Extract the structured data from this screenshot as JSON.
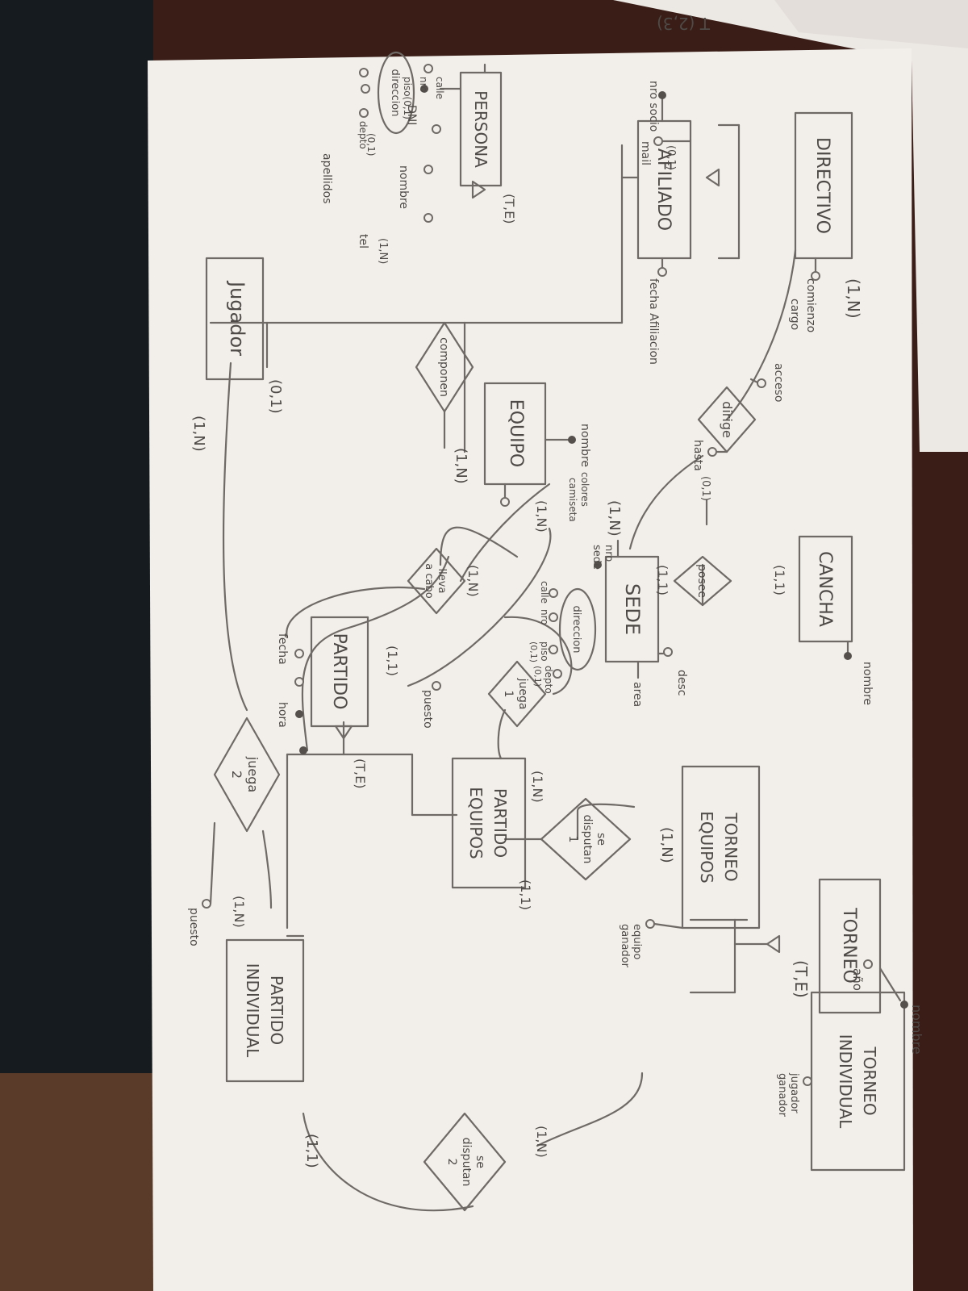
{
  "entities": {
    "directivo": "DIRECTIVO",
    "afiliado": "AFILIADO",
    "persona": "PERSONA",
    "jugador": "Jugador",
    "equipo": "EQUIPO",
    "sede": "SEDE",
    "cancha": "CANCHA",
    "partido": "PARTIDO",
    "partido_equipos": [
      "PARTIDO",
      "EQUIPOS"
    ],
    "partido_individual": [
      "PARTIDO",
      "INDIVIDUAL"
    ],
    "torneo": "TORNEO",
    "torneo_equipos": [
      "TORNEO",
      "EQUIPOS"
    ],
    "torneo_individual": [
      "TORNEO",
      "INDIVIDUAL"
    ]
  },
  "relationships": {
    "dirige": "dirige",
    "compone": "componen",
    "lleva_a_cabo": [
      "lleva",
      "a cabo"
    ],
    "posee": "posee",
    "juega_1": [
      "juega",
      "1"
    ],
    "juega_2": [
      "juega",
      "2"
    ],
    "disputan_1": [
      "se",
      "disputan",
      "1"
    ],
    "disputan_2": [
      "se",
      "disputan",
      "2"
    ]
  },
  "attributes": {
    "nro_socio": "nro socio",
    "mail": "mail",
    "mail_card": "(0,1)",
    "fecha_afiliacion": "fecha Afiliacion",
    "comienzo": "comienzo",
    "cargo": "cargo",
    "acceso": "acceso",
    "hasta": "hasta",
    "hasta_card": "(0,1)",
    "direccion_persona": "direccion",
    "calle": "calle",
    "nro": "nro",
    "piso": "piso(0,1)",
    "depto": "depto",
    "depto_card": "(0,1)",
    "dni": "DNI",
    "nombre_persona": "nombre",
    "tel": "tel",
    "tel_card": "(1,N)",
    "apellidos": "apellidos",
    "nombre_equipo": "nombre",
    "colores": "colores",
    "camiseta": "camiseta",
    "nro_sede": "nro",
    "sede_label": "sede",
    "direccion_sede": "direccion",
    "calle_sede": "calle",
    "nro_calle_sede": "nro",
    "piso_sede": "piso",
    "piso_sede_card": "(0,1)",
    "depto_sede": "depto",
    "depto_sede_card": "(0,1)",
    "desc": "desc",
    "area": "area",
    "nombre_cancha": "nombre",
    "fecha": "fecha",
    "hora": "hora",
    "puesto_1": "puesto",
    "puesto_2": "puesto",
    "nombre_torneo": "nombre",
    "anio": "año",
    "equipo_ganador": [
      "equipo",
      "ganador"
    ],
    "jugador_ganador": [
      "jugador",
      "ganador"
    ]
  },
  "cardinalities": {
    "directivo_dirige": "(1,N)",
    "dirige_sede": "(1,N)",
    "jugador_compone": "(0,1)",
    "compone_equipo": "(1,N)",
    "equipo_lleva": "(1,N)",
    "lleva_sede": "(1,N)",
    "sede_posee": "(1,1)",
    "posee_cancha": "(1,1)",
    "lleva_partido": "(1,1)",
    "juega1_partido_equipos": "(1,N)",
    "jugador_juega2": "(1,N)",
    "juega2_partido_individual": "(1,N)",
    "torneo_equipos_disputan": "(1,N)",
    "disputan1_partido_equipos": "(1,1)",
    "torneo_individual_disputan": "(1,N)",
    "disputan2_partido_individual": "(1,1)",
    "persona_spec": "(T,E)",
    "partido_spec": "(T,E)",
    "torneo_spec": "(T,E)"
  },
  "corner_note": "T (2,3)"
}
